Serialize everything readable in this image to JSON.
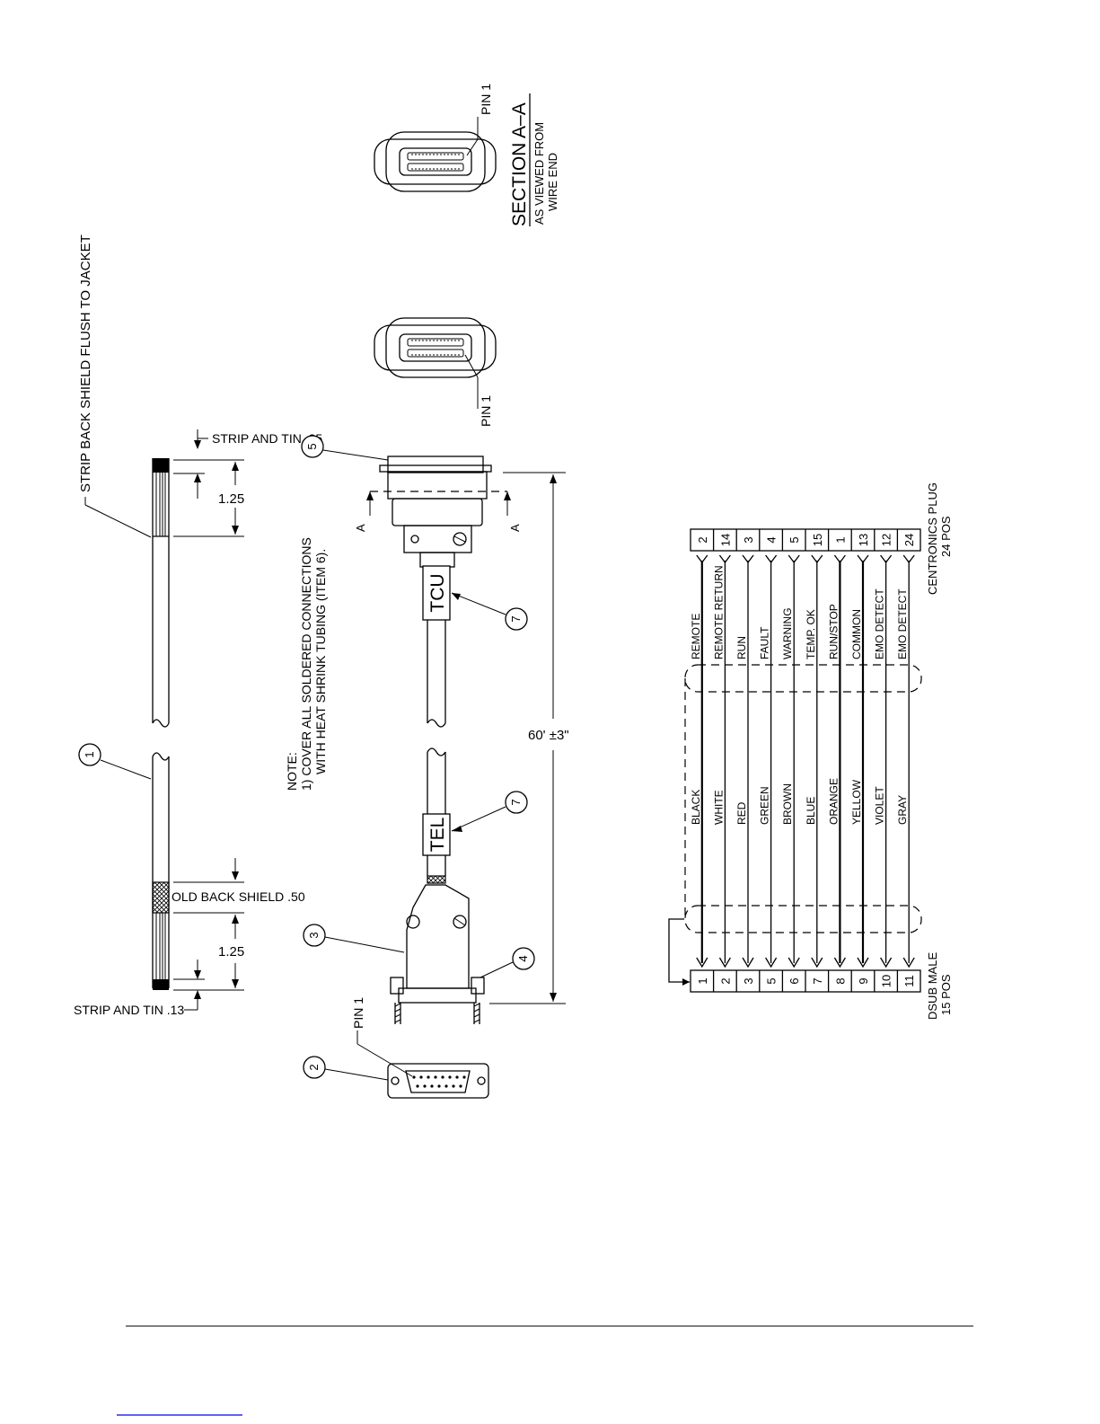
{
  "cable": {
    "strip_back_note": "STRIP BACK SHIELD FLUSH TO JACKET",
    "strip_tin_top": "STRIP AND TIN .25",
    "strip_tin_bottom": "STRIP AND TIN .13",
    "dim_top": "1.25",
    "dim_bottom": "1.25",
    "fold_back": "OLD BACK SHIELD .50"
  },
  "note": {
    "line1": "NOTE:",
    "line2": "1)  COVER ALL SOLDERED CONNECTIONS",
    "line3": "WITH HEAT SHRINK TUBING (ITEM 6)."
  },
  "assembly": {
    "length_dim": "60'  ±3\"",
    "label_tcu": "TCU",
    "label_tel": "TEL",
    "pin1_top": "PIN 1",
    "pin1_mid": "PIN 1",
    "pin1_dsub": "PIN 1",
    "section_mark_a1": "A",
    "section_mark_a2": "A"
  },
  "section": {
    "title": "SECTION  A–A",
    "sub1": "AS VIEWED FROM",
    "sub2": "WIRE END"
  },
  "balloons": [
    "1",
    "2",
    "3",
    "4",
    "5",
    "7",
    "7"
  ],
  "wiring": {
    "left_connector": "DSUB MALE",
    "left_connector_pos": "15 POS",
    "right_connector": "CENTRONICS PLUG",
    "right_connector_pos": "24 POS",
    "rows": [
      {
        "dsub": "1",
        "color": "BLACK",
        "signal": "REMOTE",
        "cent": "2"
      },
      {
        "dsub": "2",
        "color": "WHITE",
        "signal": "REMOTE RETURN",
        "cent": "14"
      },
      {
        "dsub": "3",
        "color": "RED",
        "signal": "RUN",
        "cent": "3"
      },
      {
        "dsub": "5",
        "color": "GREEN",
        "signal": "FAULT",
        "cent": "4"
      },
      {
        "dsub": "6",
        "color": "BROWN",
        "signal": "WARNING",
        "cent": "5"
      },
      {
        "dsub": "7",
        "color": "BLUE",
        "signal": "TEMP. OK",
        "cent": "15"
      },
      {
        "dsub": "8",
        "color": "ORANGE",
        "signal": "RUN/STOP",
        "cent": "1"
      },
      {
        "dsub": "9",
        "color": "YELLOW",
        "signal": "COMMON",
        "cent": "13"
      },
      {
        "dsub": "10",
        "color": "VIOLET",
        "signal": "EMO DETECT",
        "cent": "12"
      },
      {
        "dsub": "11",
        "color": "GRAY",
        "signal": "EMO DETECT",
        "cent": "24"
      }
    ]
  }
}
